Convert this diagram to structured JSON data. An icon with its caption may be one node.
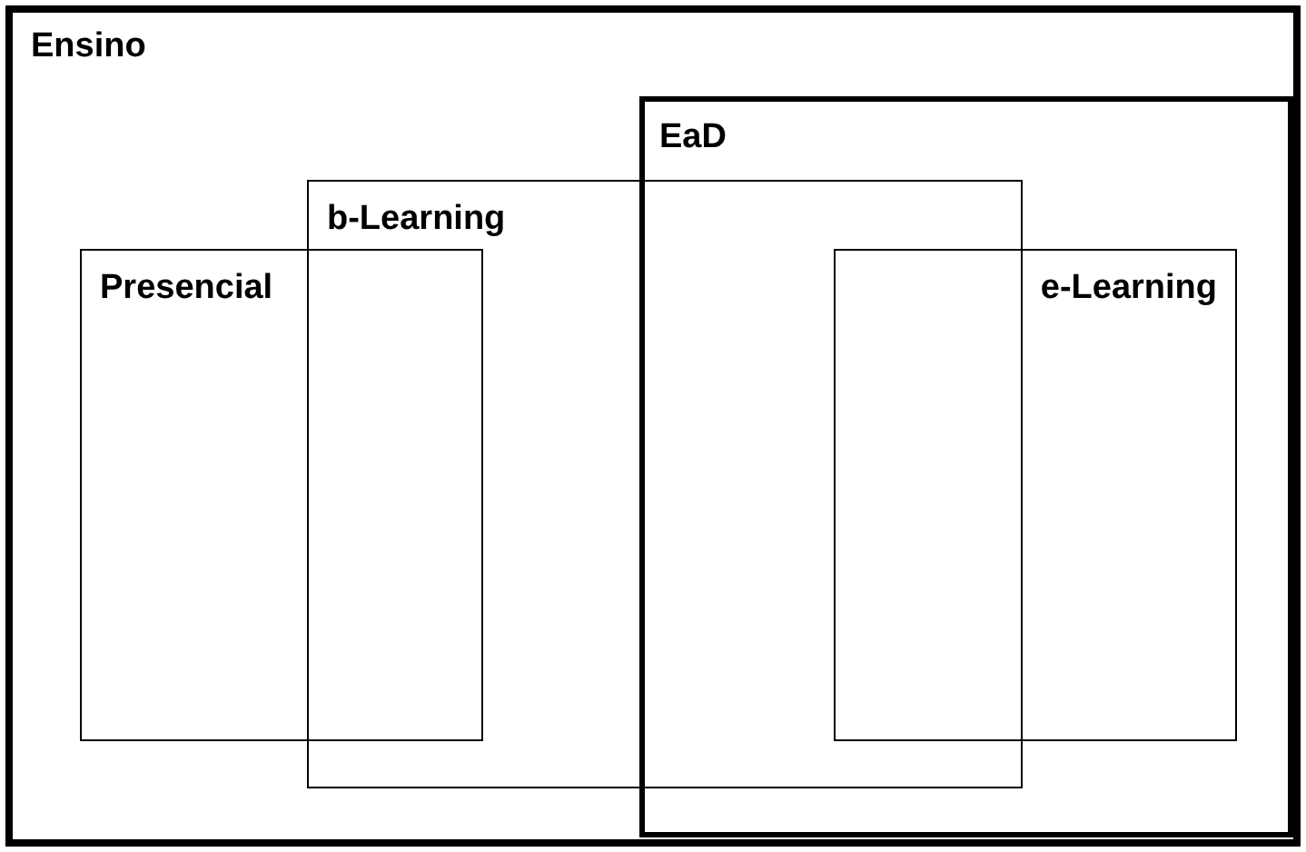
{
  "diagram": {
    "nodes": [
      {
        "text": [
          "Ensino"
        ]
      },
      {
        "text": [
          "EaD"
        ],
        "in": 0
      },
      {
        "text": [
          "b-Learning"
        ],
        "in": 0
      },
      {
        "text": [
          "Presencial"
        ],
        "in": 0
      },
      {
        "text": [
          "e-Learning"
        ],
        "in": 1
      }
    ]
  }
}
